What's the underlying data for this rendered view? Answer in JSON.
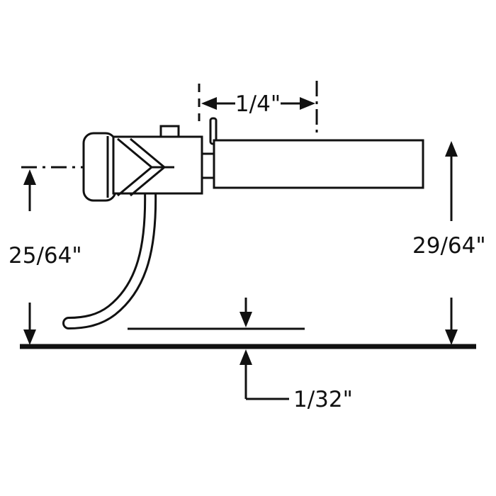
{
  "diagram": {
    "name": "coupler-height-dimension-diagram",
    "background_color": "#ffffff",
    "line_color": "#111111",
    "dimensions": {
      "top": {
        "label": "1/4\""
      },
      "left": {
        "label": "25/64\""
      },
      "right": {
        "label": "29/64\""
      },
      "bottom": {
        "label": "1/32\""
      }
    }
  }
}
